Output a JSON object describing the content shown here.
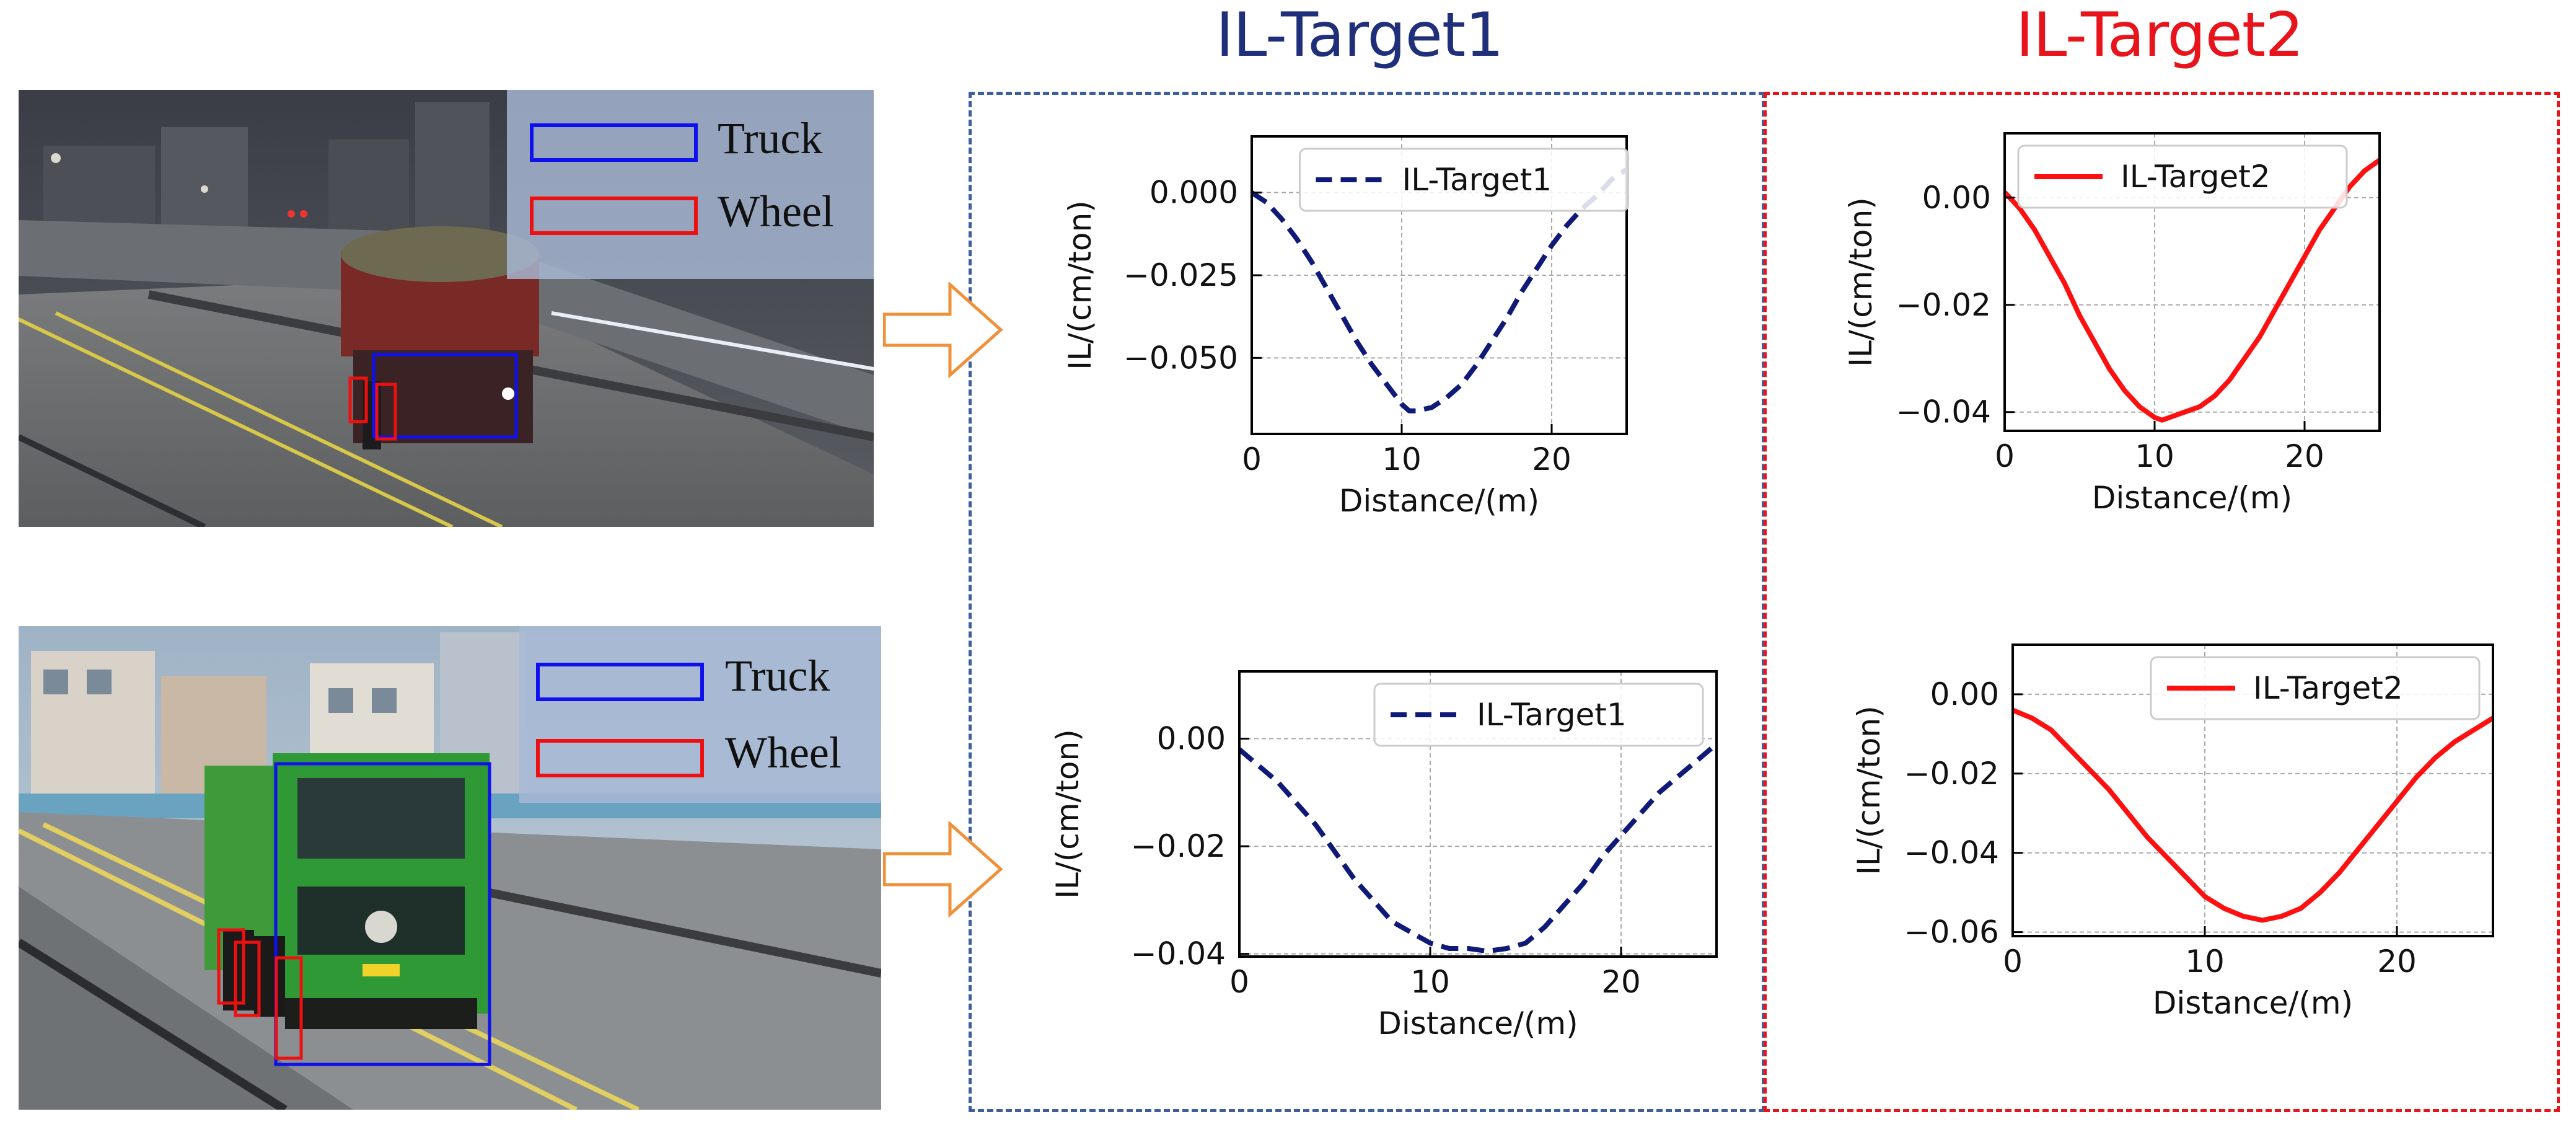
{
  "headers": {
    "target1": "IL-Target1",
    "target2": "IL-Target2",
    "target1_color": "#1f2f7a",
    "target2_color": "#e8141b"
  },
  "photos": [
    {
      "scene": "night-bridge-truck",
      "legend": {
        "truck_label": "Truck",
        "wheel_label": "Wheel"
      },
      "truck_box_color": "#1010ee",
      "wheel_box_color": "#ee1010"
    },
    {
      "scene": "day-bridge-green-truck",
      "legend": {
        "truck_label": "Truck",
        "wheel_label": "Wheel"
      },
      "truck_box_color": "#1010ee",
      "wheel_box_color": "#ee1010"
    }
  ],
  "arrow_color": "#f0913a",
  "chart_data": [
    {
      "type": "line",
      "xlabel": "Distance/(m)",
      "ylabel": "IL/(cm/ton)",
      "xlim": [
        0,
        25
      ],
      "ylim": [
        -0.073,
        0.017
      ],
      "xticks": [
        0,
        10,
        20
      ],
      "xtick_labels": [
        "0",
        "10",
        "20"
      ],
      "yticks": [
        0.0,
        -0.025,
        -0.05
      ],
      "ytick_labels": [
        "0.000",
        "−0.025",
        "−0.050"
      ],
      "grid": true,
      "legend_position": "top-center",
      "series": [
        {
          "name": "IL-Target1",
          "color": "#0f1a78",
          "style": "dashed",
          "x": [
            0,
            1,
            2,
            3,
            4,
            5,
            6,
            7,
            8,
            9,
            10,
            10.5,
            11,
            12,
            13,
            14,
            15,
            16,
            17,
            18,
            19,
            20,
            21,
            22,
            23,
            24,
            25
          ],
          "y": [
            0.0,
            -0.003,
            -0.008,
            -0.014,
            -0.021,
            -0.029,
            -0.037,
            -0.045,
            -0.052,
            -0.058,
            -0.064,
            -0.066,
            -0.066,
            -0.065,
            -0.062,
            -0.058,
            -0.052,
            -0.045,
            -0.038,
            -0.03,
            -0.023,
            -0.016,
            -0.01,
            -0.005,
            -0.001,
            0.004,
            0.007
          ]
        }
      ]
    },
    {
      "type": "line",
      "xlabel": "Distance/(m)",
      "ylabel": "IL/(cm/ton)",
      "xlim": [
        0,
        25
      ],
      "ylim": [
        -0.0435,
        0.012
      ],
      "xticks": [
        0,
        10,
        20
      ],
      "xtick_labels": [
        "0",
        "10",
        "20"
      ],
      "yticks": [
        0.0,
        -0.02,
        -0.04
      ],
      "ytick_labels": [
        "0.00",
        "−0.02",
        "−0.04"
      ],
      "grid": true,
      "legend_position": "top-left",
      "series": [
        {
          "name": "IL-Target2",
          "color": "#ff1010",
          "style": "solid",
          "x": [
            0,
            1,
            2,
            3,
            4,
            5,
            6,
            7,
            8,
            9,
            10,
            10.5,
            11,
            12,
            13,
            14,
            15,
            16,
            17,
            18,
            19,
            20,
            21,
            22,
            23,
            24,
            25
          ],
          "y": [
            0.001,
            -0.002,
            -0.006,
            -0.011,
            -0.016,
            -0.022,
            -0.027,
            -0.032,
            -0.036,
            -0.039,
            -0.041,
            -0.0415,
            -0.041,
            -0.04,
            -0.039,
            -0.037,
            -0.034,
            -0.03,
            -0.026,
            -0.021,
            -0.016,
            -0.011,
            -0.006,
            -0.002,
            0.002,
            0.005,
            0.007
          ]
        }
      ]
    },
    {
      "type": "line",
      "xlabel": "Distance/(m)",
      "ylabel": "IL/(cm/ton)",
      "xlim": [
        0,
        25
      ],
      "ylim": [
        -0.0405,
        0.0125
      ],
      "xticks": [
        0,
        10,
        20
      ],
      "xtick_labels": [
        "0",
        "10",
        "20"
      ],
      "yticks": [
        0.0,
        -0.02,
        -0.04
      ],
      "ytick_labels": [
        "0.00",
        "−0.02",
        "−0.04"
      ],
      "grid": true,
      "legend_position": "top-right",
      "series": [
        {
          "name": "IL-Target1",
          "color": "#0f1a78",
          "style": "dashed",
          "x": [
            0,
            1,
            2,
            3,
            4,
            5,
            6,
            7,
            8,
            9,
            10,
            11,
            12,
            13,
            14,
            15,
            16,
            17,
            18,
            19,
            20,
            21,
            22,
            23,
            24,
            25
          ],
          "y": [
            -0.002,
            -0.005,
            -0.008,
            -0.012,
            -0.016,
            -0.021,
            -0.026,
            -0.03,
            -0.034,
            -0.036,
            -0.038,
            -0.039,
            -0.039,
            -0.0395,
            -0.039,
            -0.038,
            -0.035,
            -0.031,
            -0.027,
            -0.022,
            -0.018,
            -0.014,
            -0.01,
            -0.007,
            -0.004,
            -0.001
          ]
        }
      ]
    },
    {
      "type": "line",
      "xlabel": "Distance/(m)",
      "ylabel": "IL/(cm/ton)",
      "xlim": [
        0,
        25
      ],
      "ylim": [
        -0.061,
        0.0125
      ],
      "xticks": [
        0,
        10,
        20
      ],
      "xtick_labels": [
        "0",
        "10",
        "20"
      ],
      "yticks": [
        0.0,
        -0.02,
        -0.04,
        -0.06
      ],
      "ytick_labels": [
        "0.00",
        "−0.02",
        "−0.04",
        "−0.06"
      ],
      "grid": true,
      "legend_position": "top-right",
      "series": [
        {
          "name": "IL-Target2",
          "color": "#ff1010",
          "style": "solid",
          "x": [
            0,
            1,
            2,
            3,
            4,
            5,
            6,
            7,
            8,
            9,
            10,
            11,
            12,
            13,
            14,
            15,
            16,
            17,
            18,
            19,
            20,
            21,
            22,
            23,
            24,
            25
          ],
          "y": [
            -0.004,
            -0.006,
            -0.009,
            -0.014,
            -0.019,
            -0.024,
            -0.03,
            -0.036,
            -0.041,
            -0.046,
            -0.051,
            -0.054,
            -0.056,
            -0.057,
            -0.056,
            -0.054,
            -0.05,
            -0.045,
            -0.039,
            -0.033,
            -0.027,
            -0.021,
            -0.016,
            -0.012,
            -0.009,
            -0.006
          ]
        }
      ]
    }
  ]
}
